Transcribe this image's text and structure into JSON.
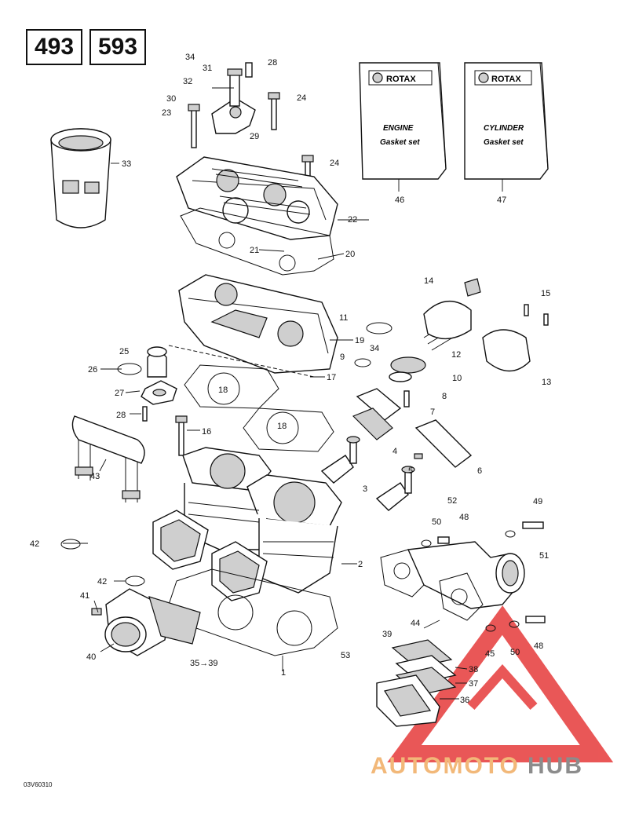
{
  "models": [
    "493",
    "593"
  ],
  "documents": [
    {
      "brand": "ROTAX",
      "line1": "ENGINE",
      "line2": "Gasket set",
      "ref": "46"
    },
    {
      "brand": "ROTAX",
      "line1": "CYLINDER",
      "line2": "Gasket set",
      "ref": "47"
    }
  ],
  "callouts": [
    "1",
    "2",
    "3",
    "4",
    "5",
    "6",
    "7",
    "8",
    "9",
    "10",
    "11",
    "12",
    "13",
    "14",
    "15",
    "16",
    "17",
    "18",
    "18",
    "19",
    "20",
    "21",
    "22",
    "23",
    "24",
    "24",
    "25",
    "26",
    "27",
    "28",
    "28",
    "29",
    "30",
    "31",
    "32",
    "33",
    "34",
    "34",
    "35→39",
    "36",
    "37",
    "38",
    "39",
    "40",
    "41",
    "42",
    "42",
    "43",
    "44",
    "45",
    "48",
    "48",
    "49",
    "50",
    "50",
    "51",
    "52",
    "53"
  ],
  "watermark": {
    "part1": "AUTOMOTO",
    "part2": "HUB",
    "color1": "#f2b879",
    "color2": "#8c8c8c",
    "triangle_color": "#e63a3a"
  },
  "drawing_code": "03V60310"
}
